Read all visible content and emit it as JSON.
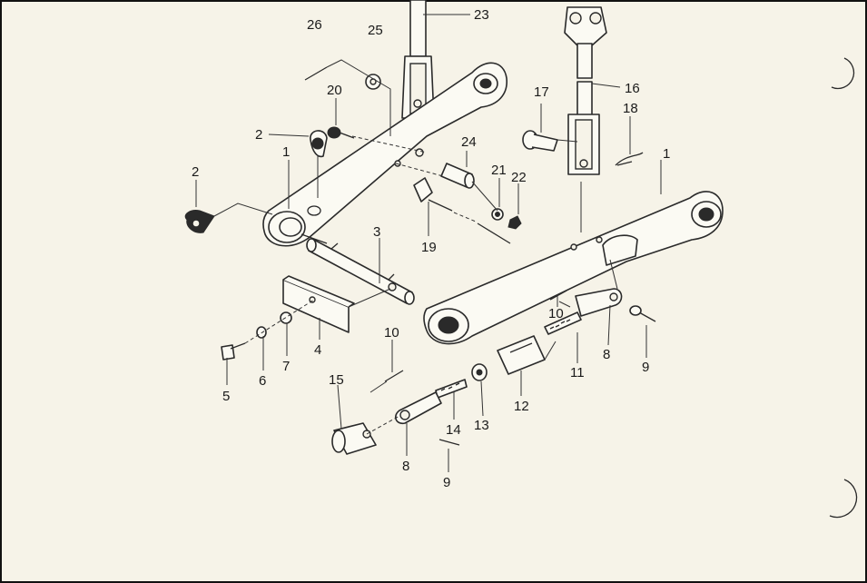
{
  "callouts": [
    {
      "id": "c26",
      "text": "26"
    },
    {
      "id": "c25",
      "text": "25"
    },
    {
      "id": "c23",
      "text": "23"
    },
    {
      "id": "c20",
      "text": "20"
    },
    {
      "id": "c2a",
      "text": "2"
    },
    {
      "id": "c2b",
      "text": "2"
    },
    {
      "id": "c1a",
      "text": "1"
    },
    {
      "id": "c24",
      "text": "24"
    },
    {
      "id": "c21",
      "text": "21"
    },
    {
      "id": "c22",
      "text": "22"
    },
    {
      "id": "c17",
      "text": "17"
    },
    {
      "id": "c16",
      "text": "16"
    },
    {
      "id": "c18",
      "text": "18"
    },
    {
      "id": "c1b",
      "text": "1"
    },
    {
      "id": "c19",
      "text": "19"
    },
    {
      "id": "c3",
      "text": "3"
    },
    {
      "id": "c4",
      "text": "4"
    },
    {
      "id": "c7",
      "text": "7"
    },
    {
      "id": "c6",
      "text": "6"
    },
    {
      "id": "c5",
      "text": "5"
    },
    {
      "id": "c10a",
      "text": "10"
    },
    {
      "id": "c10b",
      "text": "10"
    },
    {
      "id": "c8a",
      "text": "8"
    },
    {
      "id": "c9a",
      "text": "9"
    },
    {
      "id": "c11",
      "text": "11"
    },
    {
      "id": "c12",
      "text": "12"
    },
    {
      "id": "c13",
      "text": "13"
    },
    {
      "id": "c14",
      "text": "14"
    },
    {
      "id": "c15",
      "text": "15"
    },
    {
      "id": "c8b",
      "text": "8"
    },
    {
      "id": "c9b",
      "text": "9"
    }
  ]
}
